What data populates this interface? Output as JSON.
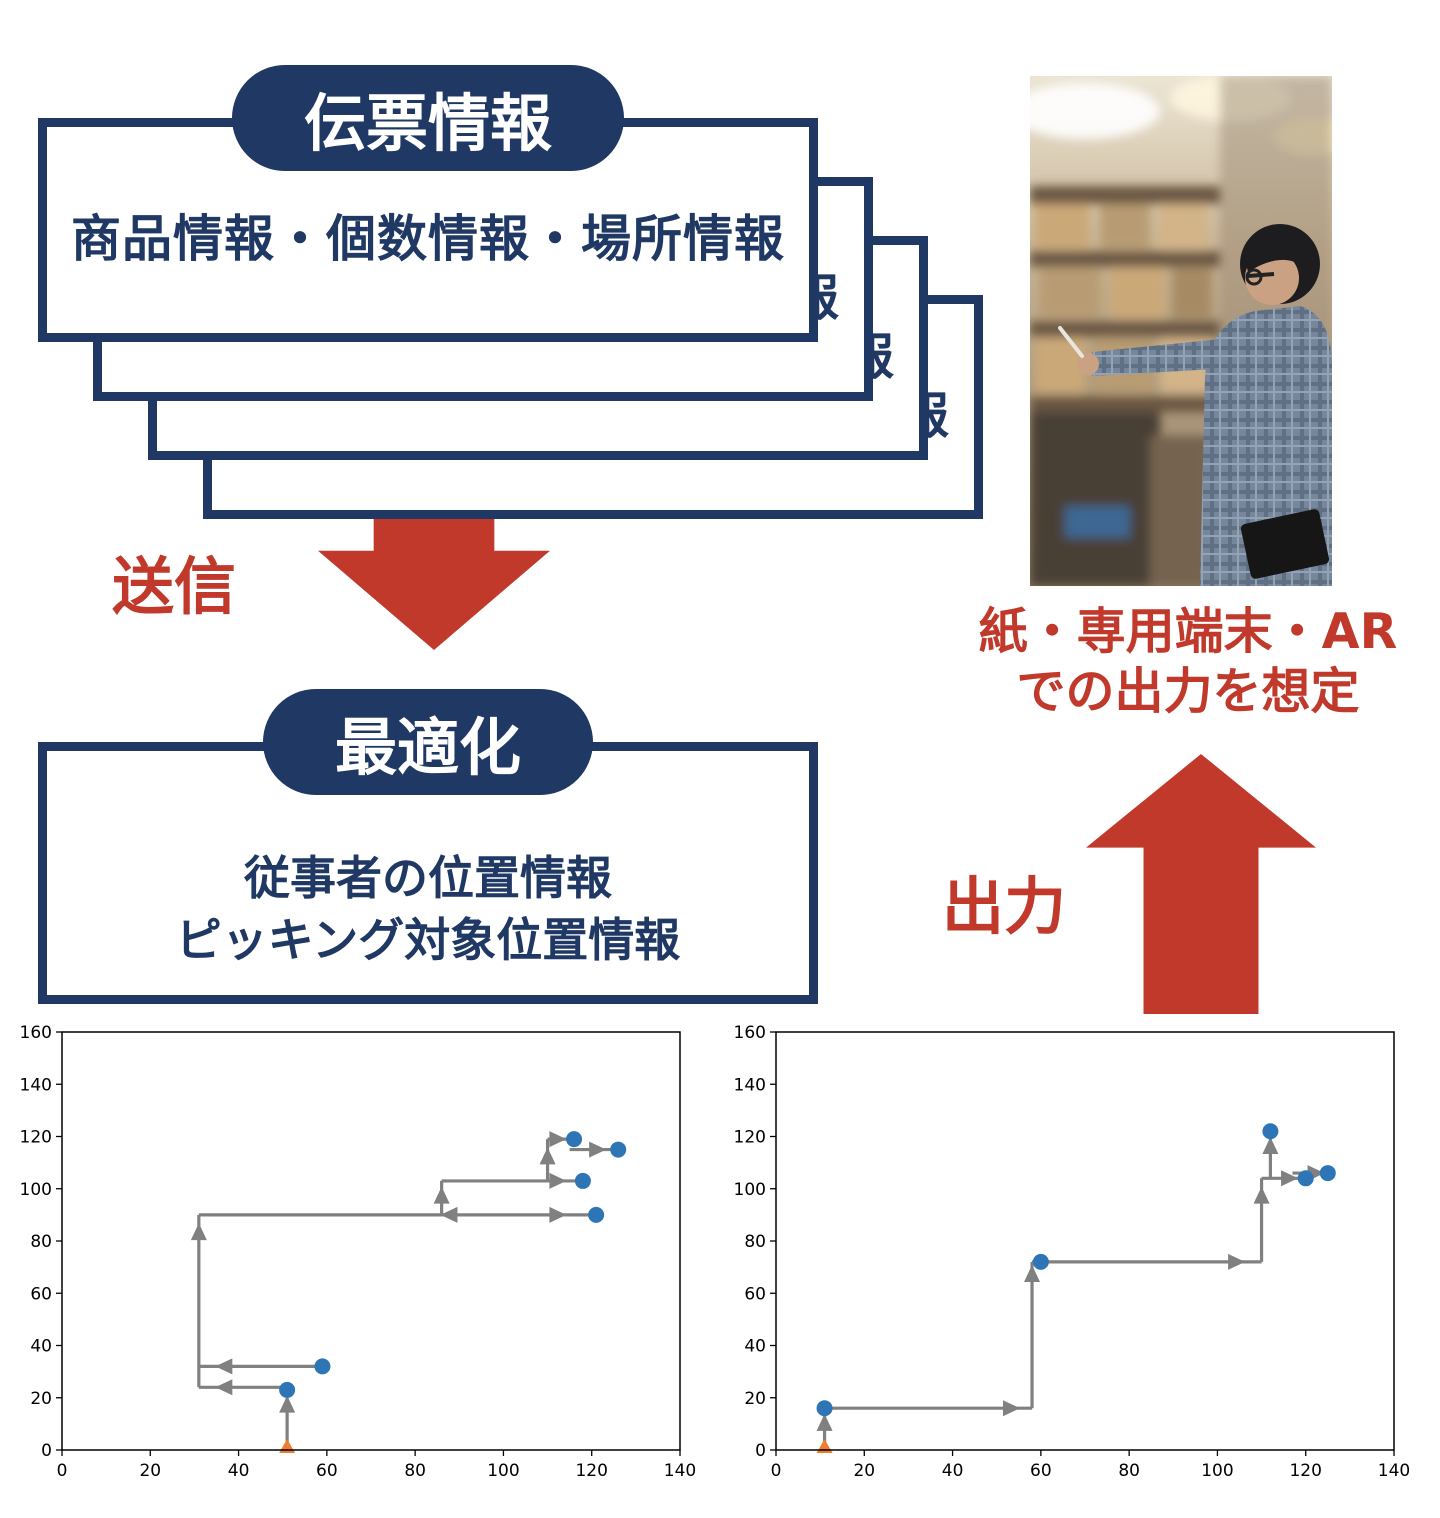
{
  "colors": {
    "navy": "#1f3864",
    "red": "#c0392b",
    "route_gray": "#808080",
    "point_blue": "#2e75b6",
    "start_orange": "#ed7d31"
  },
  "flow": {
    "slip": {
      "title": "伝票情報",
      "body": "商品情報・個数情報・場所情報",
      "stack_count": 4
    },
    "send_label": "送信",
    "optimize": {
      "title": "最適化",
      "line1": "従事者の位置情報",
      "line2": "ピッキング対象位置情報"
    },
    "output_label": "出力",
    "note_line1": "紙・専用端末・AR",
    "note_line2": "での出力を想定"
  },
  "chart_data": [
    {
      "type": "scatter",
      "title": "",
      "xlabel": "",
      "ylabel": "",
      "xlim": [
        0,
        140
      ],
      "ylim": [
        0,
        160
      ],
      "tick_step": 20,
      "grid": false,
      "legend": false,
      "points": [
        [
          51,
          23
        ],
        [
          59,
          32
        ],
        [
          121,
          90
        ],
        [
          118,
          103
        ],
        [
          116,
          119
        ],
        [
          126,
          115
        ]
      ],
      "start": [
        51,
        0
      ],
      "segments": [
        [
          51,
          0,
          51,
          23
        ],
        [
          31,
          24,
          51,
          24
        ],
        [
          31,
          32,
          59,
          32
        ],
        [
          31,
          24,
          31,
          90
        ],
        [
          31,
          90,
          121,
          90
        ],
        [
          86,
          90,
          86,
          103
        ],
        [
          86,
          103,
          118,
          103
        ],
        [
          110,
          103,
          110,
          119
        ],
        [
          110,
          119,
          116,
          119
        ],
        [
          115,
          115,
          126,
          115
        ]
      ],
      "arrows": [
        [
          51,
          17,
          "up"
        ],
        [
          37,
          24,
          "left"
        ],
        [
          37,
          32,
          "left"
        ],
        [
          31,
          83,
          "up"
        ],
        [
          88,
          90,
          "left"
        ],
        [
          112,
          90,
          "right"
        ],
        [
          86,
          97,
          "up"
        ],
        [
          112,
          103,
          "right"
        ],
        [
          110,
          112,
          "up"
        ],
        [
          112,
          119,
          "right"
        ],
        [
          121,
          115,
          "right"
        ]
      ]
    },
    {
      "type": "scatter",
      "title": "",
      "xlabel": "",
      "ylabel": "",
      "xlim": [
        0,
        140
      ],
      "ylim": [
        0,
        160
      ],
      "tick_step": 20,
      "grid": false,
      "legend": false,
      "points": [
        [
          11,
          16
        ],
        [
          60,
          72
        ],
        [
          120,
          104
        ],
        [
          125,
          106
        ],
        [
          112,
          122
        ]
      ],
      "start": [
        11,
        0
      ],
      "segments": [
        [
          11,
          0,
          11,
          16
        ],
        [
          11,
          16,
          58,
          16
        ],
        [
          58,
          16,
          58,
          72
        ],
        [
          58,
          72,
          110,
          72
        ],
        [
          110,
          72,
          110,
          104
        ],
        [
          110,
          104,
          120,
          104
        ],
        [
          112,
          104,
          112,
          122
        ],
        [
          117,
          106,
          125,
          106
        ]
      ],
      "arrows": [
        [
          11,
          10,
          "up"
        ],
        [
          53,
          16,
          "right"
        ],
        [
          58,
          67,
          "up"
        ],
        [
          104,
          72,
          "right"
        ],
        [
          110,
          97,
          "up"
        ],
        [
          116,
          104,
          "right"
        ],
        [
          112,
          116,
          "up"
        ],
        [
          122,
          106,
          "right"
        ]
      ]
    }
  ]
}
